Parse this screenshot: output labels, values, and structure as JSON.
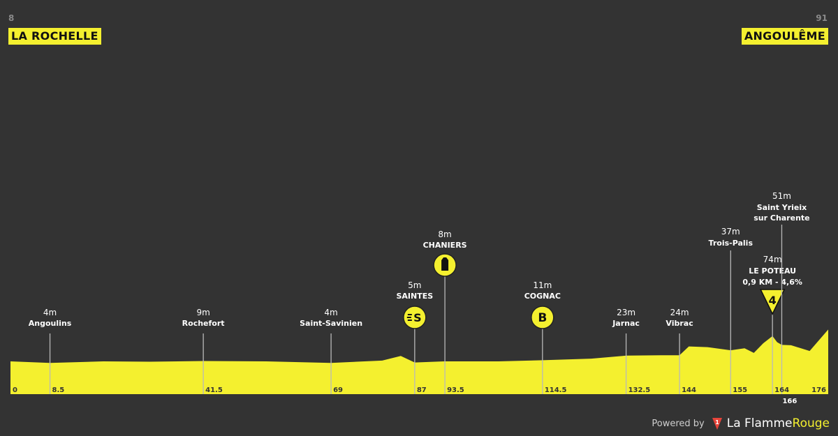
{
  "header": {
    "start": {
      "altitude": "8",
      "name": "LA ROCHELLE"
    },
    "finish": {
      "altitude": "91",
      "name": "ANGOULÊME"
    }
  },
  "footer": {
    "powered_by": "Powered by",
    "brand_part1": "La Flamme",
    "brand_part2": "Rouge"
  },
  "colors": {
    "background": "#333333",
    "profile_fill": "#f4f02f",
    "marker_line": "#b9b9b9",
    "text": "#ffffff"
  },
  "chart_data": {
    "type": "area",
    "x_unit": "km",
    "xlim": [
      0,
      176
    ],
    "profile": {
      "x": [
        0,
        8.5,
        20,
        30,
        41.5,
        55,
        69,
        80,
        84,
        87,
        93.5,
        105,
        114.5,
        125,
        132.5,
        140,
        144,
        146,
        150,
        155,
        158,
        160,
        162,
        164,
        165,
        166,
        168,
        172,
        176
      ],
      "y": [
        8,
        4,
        8,
        7,
        9,
        8,
        4,
        10,
        22,
        5,
        8,
        8,
        11,
        15,
        23,
        24,
        24,
        47,
        45,
        37,
        42,
        30,
        55,
        74,
        58,
        51,
        50,
        35,
        91
      ]
    },
    "x_ticks": [
      {
        "km": 0,
        "label": "0"
      },
      {
        "km": 8.5,
        "label": "8.5"
      },
      {
        "km": 41.5,
        "label": "41.5"
      },
      {
        "km": 69,
        "label": "69"
      },
      {
        "km": 87,
        "label": "87"
      },
      {
        "km": 93.5,
        "label": "93.5"
      },
      {
        "km": 114.5,
        "label": "114.5"
      },
      {
        "km": 132.5,
        "label": "132.5"
      },
      {
        "km": 144,
        "label": "144"
      },
      {
        "km": 155,
        "label": "155"
      },
      {
        "km": 164,
        "label": "164"
      },
      {
        "km": 166,
        "label": "166"
      },
      {
        "km": 176,
        "label": "176"
      }
    ],
    "waypoints": [
      {
        "km": 8.5,
        "altitude": "4m",
        "name": [
          "Angoulins"
        ],
        "icon": null
      },
      {
        "km": 41.5,
        "altitude": "9m",
        "name": [
          "Rochefort"
        ],
        "icon": null
      },
      {
        "km": 69,
        "altitude": "4m",
        "name": [
          "Saint-Savinien"
        ],
        "icon": null
      },
      {
        "km": 87,
        "altitude": "5m",
        "name": [
          "SAINTES"
        ],
        "icon": "sprint-icon"
      },
      {
        "km": 93.5,
        "altitude": "8m",
        "name": [
          "CHANIERS"
        ],
        "icon": "feed-zone-bottle-icon"
      },
      {
        "km": 114.5,
        "altitude": "11m",
        "name": [
          "COGNAC"
        ],
        "icon": "bonus-sprint-icon",
        "icon_text": "B"
      },
      {
        "km": 132.5,
        "altitude": "23m",
        "name": [
          "Jarnac"
        ],
        "icon": null
      },
      {
        "km": 144,
        "altitude": "24m",
        "name": [
          "Vibrac"
        ],
        "icon": null
      },
      {
        "km": 155,
        "altitude": "37m",
        "name": [
          "Trois-Palis"
        ],
        "icon": null
      },
      {
        "km": 164,
        "altitude": "74m",
        "name": [
          "LE POTEAU",
          "0,9 KM - 4,6%"
        ],
        "icon": "climb-category-icon",
        "icon_text": "4"
      },
      {
        "km": 166,
        "altitude": "51m",
        "name": [
          "Saint Yrieix",
          "sur Charente"
        ],
        "icon": null
      }
    ]
  }
}
